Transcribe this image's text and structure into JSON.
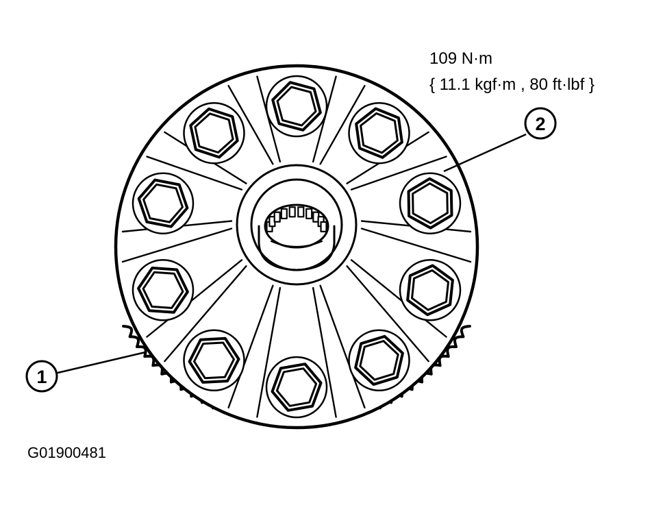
{
  "torque": {
    "line1": "109 N·m",
    "line2": "{ 11.1 kgf·m , 80 ft·lbf }"
  },
  "callouts": [
    {
      "label": "1",
      "part": "ring-gear"
    },
    {
      "label": "2",
      "part": "ring-gear-bolt"
    }
  ],
  "figure_id": "G01900481",
  "bolt_count": 10
}
